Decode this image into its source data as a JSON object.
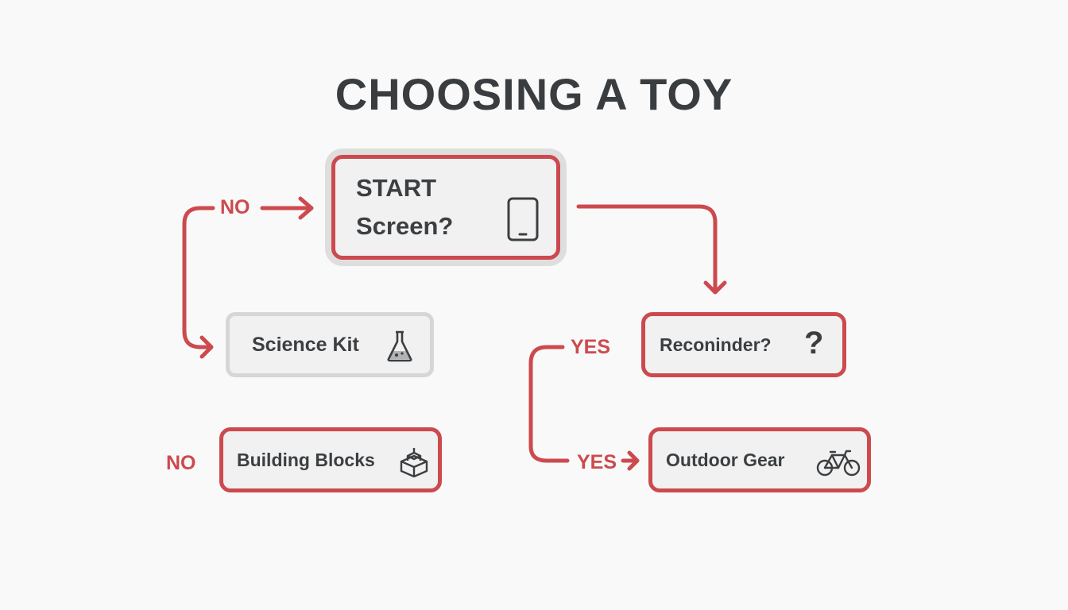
{
  "title": "CHOOSING A TOY",
  "nodes": {
    "start": {
      "line1": "START",
      "line2": "Screen?",
      "icon": "tablet-icon"
    },
    "science": {
      "label": "Science Kit",
      "icon": "flask-icon"
    },
    "reconinder": {
      "label": "Reconinder?",
      "icon": "question-icon"
    },
    "blocks": {
      "label": "Building Blocks",
      "icon": "blocks-icon"
    },
    "outdoor": {
      "label": "Outdoor Gear",
      "icon": "bicycle-icon"
    }
  },
  "edge_labels": {
    "no_top": "NO",
    "no_bottom": "NO",
    "yes_top": "YES",
    "yes_bottom": "YES"
  },
  "colors": {
    "accent": "#cc4a4e",
    "text": "#3a3d40",
    "node_fill": "#f1f1f1",
    "grey_border": "#d6d6d6"
  }
}
